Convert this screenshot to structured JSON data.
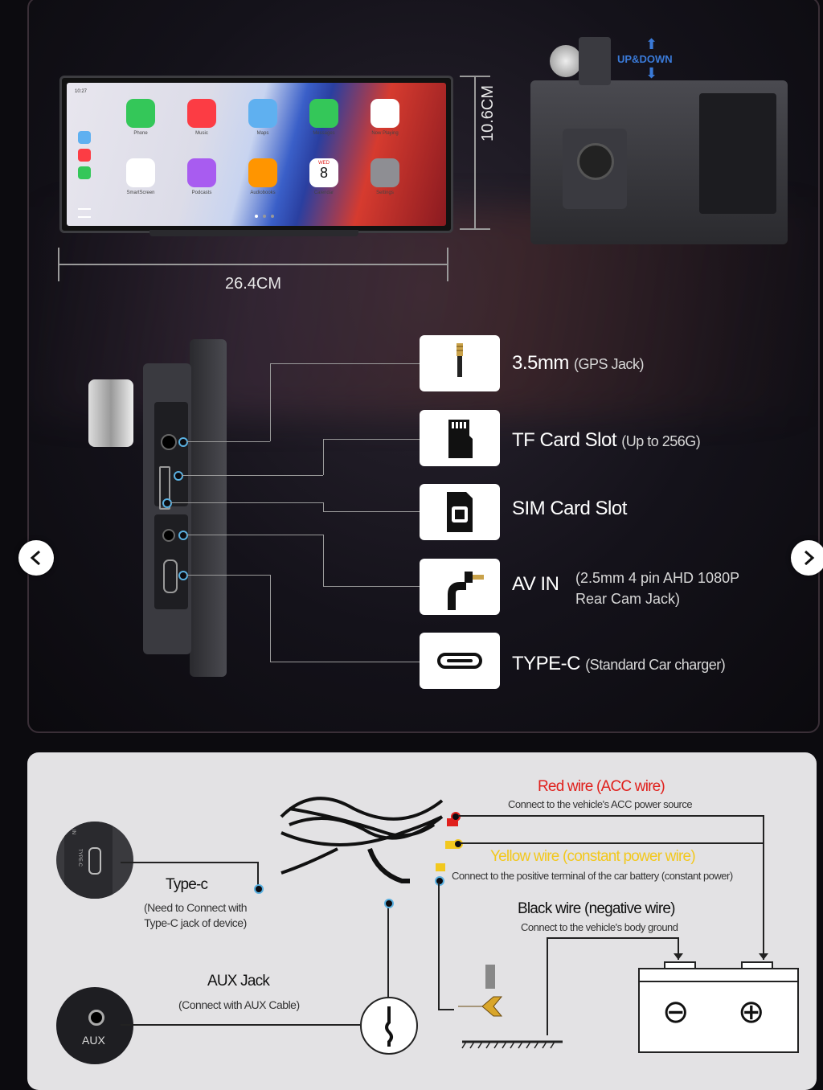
{
  "dimensions": {
    "height": "10.6CM",
    "width": "26.4CM",
    "mount_label": "UP&DOWN"
  },
  "screen": {
    "status_time": "10:27",
    "apps": [
      {
        "name": "Phone",
        "color": "#34c759"
      },
      {
        "name": "Music",
        "color": "#fc3c44"
      },
      {
        "name": "Maps",
        "color": "#5fb0f0"
      },
      {
        "name": "Messages",
        "color": "#34c759"
      },
      {
        "name": "Now Playing",
        "color": "#ffffff"
      },
      {
        "name": "SmartScreen",
        "color": "#ffffff"
      },
      {
        "name": "Podcasts",
        "color": "#a85cf0"
      },
      {
        "name": "Audiobooks",
        "color": "#ff9500"
      },
      {
        "name": "Calendar",
        "color": "#ffffff"
      },
      {
        "name": "Settings",
        "color": "#8e8e93"
      }
    ],
    "calendar_day": "WED",
    "calendar_date": "8"
  },
  "ports": [
    {
      "title": "3.5mm",
      "note": "(GPS Jack)",
      "icon": "gps-jack-icon"
    },
    {
      "title": "TF Card Slot",
      "note": "(Up to 256G)",
      "icon": "tf-card-icon"
    },
    {
      "title": "SIM Card Slot",
      "note": "",
      "icon": "sim-card-icon"
    },
    {
      "title": "AV IN",
      "note": "(2.5mm 4 pin AHD 1080P",
      "note2": "Rear Cam Jack)",
      "icon": "av-in-plug-icon"
    },
    {
      "title": "TYPE-C",
      "note": "(Standard Car charger)",
      "icon": "type-c-port-icon"
    }
  ],
  "wiring": {
    "red": {
      "title": "Red wire (ACC wire)",
      "sub": "Connect to the vehicle's ACC power source",
      "color": "#e0201c"
    },
    "yellow": {
      "title": "Yellow wire (constant power wire)",
      "sub": "Connect to the positive terminal of the car battery (constant power)",
      "color": "#f2c81e"
    },
    "black": {
      "title": "Black wire (negative wire)",
      "sub": "Connect to the vehicle's body ground"
    },
    "typec": {
      "title": "Type-c",
      "sub1": "(Need to Connect with",
      "sub2": "Type-C jack of device)",
      "port_label": "TYPE-C",
      "port_label2": "IN"
    },
    "aux": {
      "title": "AUX Jack",
      "sub": "(Connect with AUX Cable)",
      "port_label": "AUX"
    },
    "battery": {
      "minus": "⊖",
      "plus": "⊕"
    }
  }
}
